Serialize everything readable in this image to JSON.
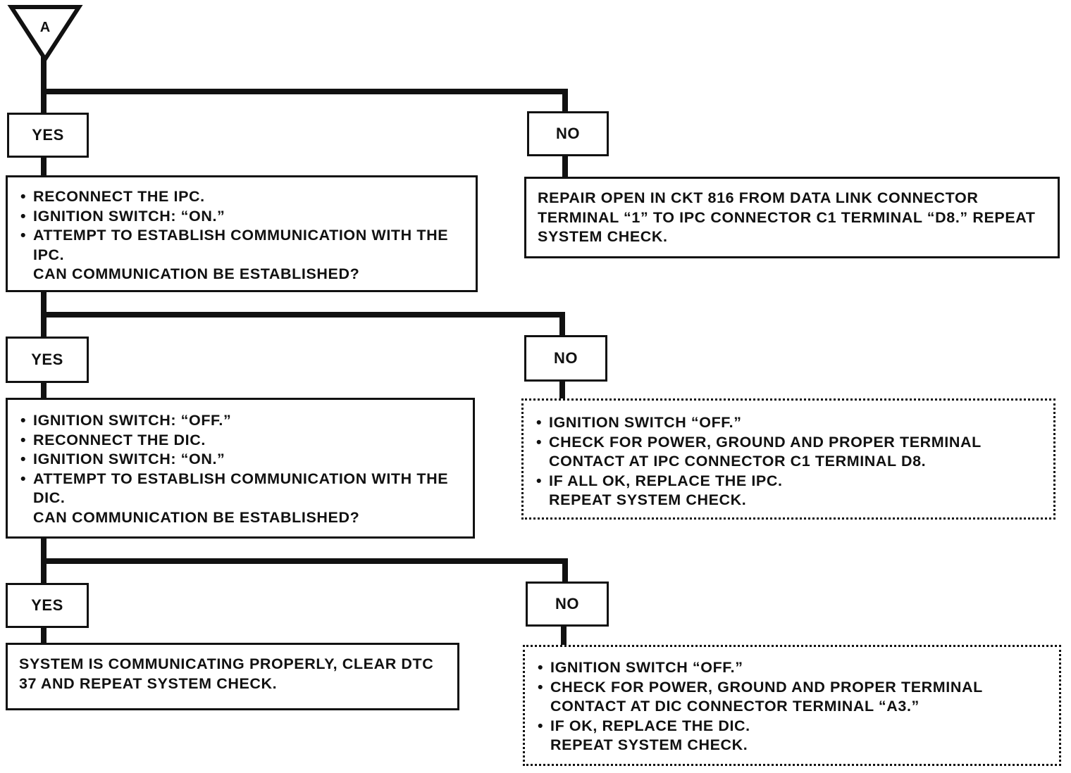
{
  "connector": {
    "label": "A"
  },
  "tiers": [
    {
      "yes_label": "YES",
      "no_label": "NO",
      "yes_box": {
        "bullets": [
          "RECONNECT THE IPC.",
          "IGNITION SWITCH: “ON.”",
          "ATTEMPT TO ESTABLISH COMMUNICATION WITH THE IPC."
        ],
        "question": "CAN COMMUNICATION BE ESTABLISHED?"
      },
      "no_box": {
        "text": "REPAIR OPEN IN CKT 816 FROM DATA LINK CONNECTOR TERMINAL “1” TO IPC CONNECTOR C1 TERMINAL “D8.” REPEAT SYSTEM CHECK."
      }
    },
    {
      "yes_label": "YES",
      "no_label": "NO",
      "yes_box": {
        "bullets": [
          "IGNITION SWITCH: “OFF.”",
          "RECONNECT THE DIC.",
          "IGNITION SWITCH: “ON.”",
          "ATTEMPT TO ESTABLISH COMMUNICATION WITH THE DIC."
        ],
        "question": "CAN COMMUNICATION BE ESTABLISHED?"
      },
      "no_box": {
        "bullets": [
          "IGNITION SWITCH “OFF.”",
          "CHECK FOR POWER, GROUND AND PROPER TERMINAL CONTACT AT IPC CONNECTOR C1 TERMINAL D8.",
          "IF ALL OK, REPLACE THE IPC."
        ],
        "closing": "REPEAT SYSTEM CHECK."
      }
    },
    {
      "yes_label": "YES",
      "no_label": "NO",
      "yes_box": {
        "text": "SYSTEM IS COMMUNICATING PROPERLY, CLEAR DTC 37 AND REPEAT SYSTEM CHECK."
      },
      "no_box": {
        "bullets": [
          "IGNITION SWITCH “OFF.”",
          "CHECK FOR POWER, GROUND AND PROPER TERMINAL CONTACT AT DIC CONNECTOR TERMINAL “A3.”",
          "IF OK, REPLACE THE DIC."
        ],
        "closing": "REPEAT SYSTEM CHECK."
      }
    }
  ]
}
